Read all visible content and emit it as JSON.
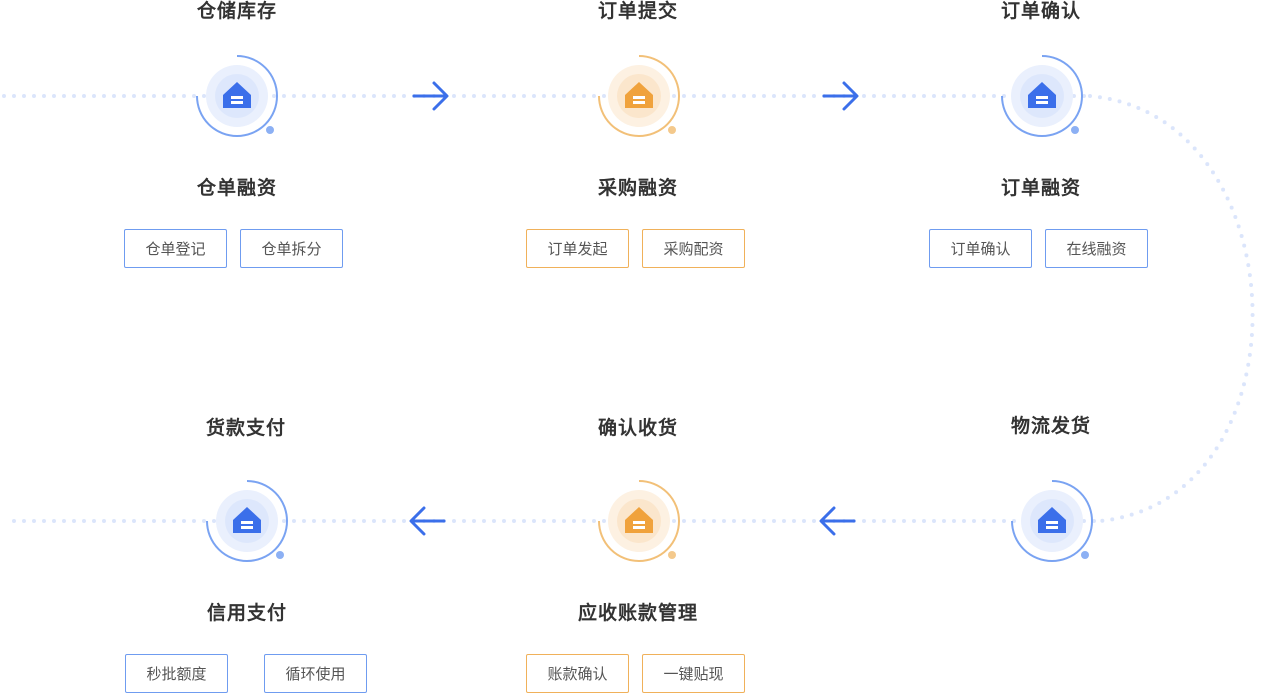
{
  "colors": {
    "blue": "#3b6fea",
    "blue_ring": "#7aa3f2",
    "orange": "#f0a23c",
    "orange_ring": "#f2c078",
    "dots": "#dbe5fb"
  },
  "steps": [
    {
      "title": "仓储库存",
      "subtitle": "仓单融资",
      "theme": "blue",
      "icon": "warehouse-icon",
      "tags": [
        "仓单登记",
        "仓单拆分"
      ]
    },
    {
      "title": "订单提交",
      "subtitle": "采购融资",
      "theme": "orange",
      "icon": "warehouse-icon",
      "tags": [
        "订单发起",
        "采购配资"
      ]
    },
    {
      "title": "订单确认",
      "subtitle": "订单融资",
      "theme": "blue",
      "icon": "warehouse-icon",
      "tags": [
        "订单确认",
        "在线融资"
      ]
    },
    {
      "title": "物流发货",
      "subtitle": "",
      "theme": "blue",
      "icon": "warehouse-icon",
      "tags": []
    },
    {
      "title": "确认收货",
      "subtitle": "应收账款管理",
      "theme": "orange",
      "icon": "warehouse-icon",
      "tags": [
        "账款确认",
        "一键贴现"
      ]
    },
    {
      "title": "货款支付",
      "subtitle": "信用支付",
      "theme": "blue",
      "icon": "warehouse-icon",
      "tags": [
        "秒批额度",
        "循环使用"
      ]
    }
  ],
  "arrows": [
    {
      "icon": "arrow-right-icon"
    },
    {
      "icon": "arrow-right-icon"
    },
    {
      "icon": "arrow-left-icon"
    },
    {
      "icon": "arrow-left-icon"
    }
  ]
}
